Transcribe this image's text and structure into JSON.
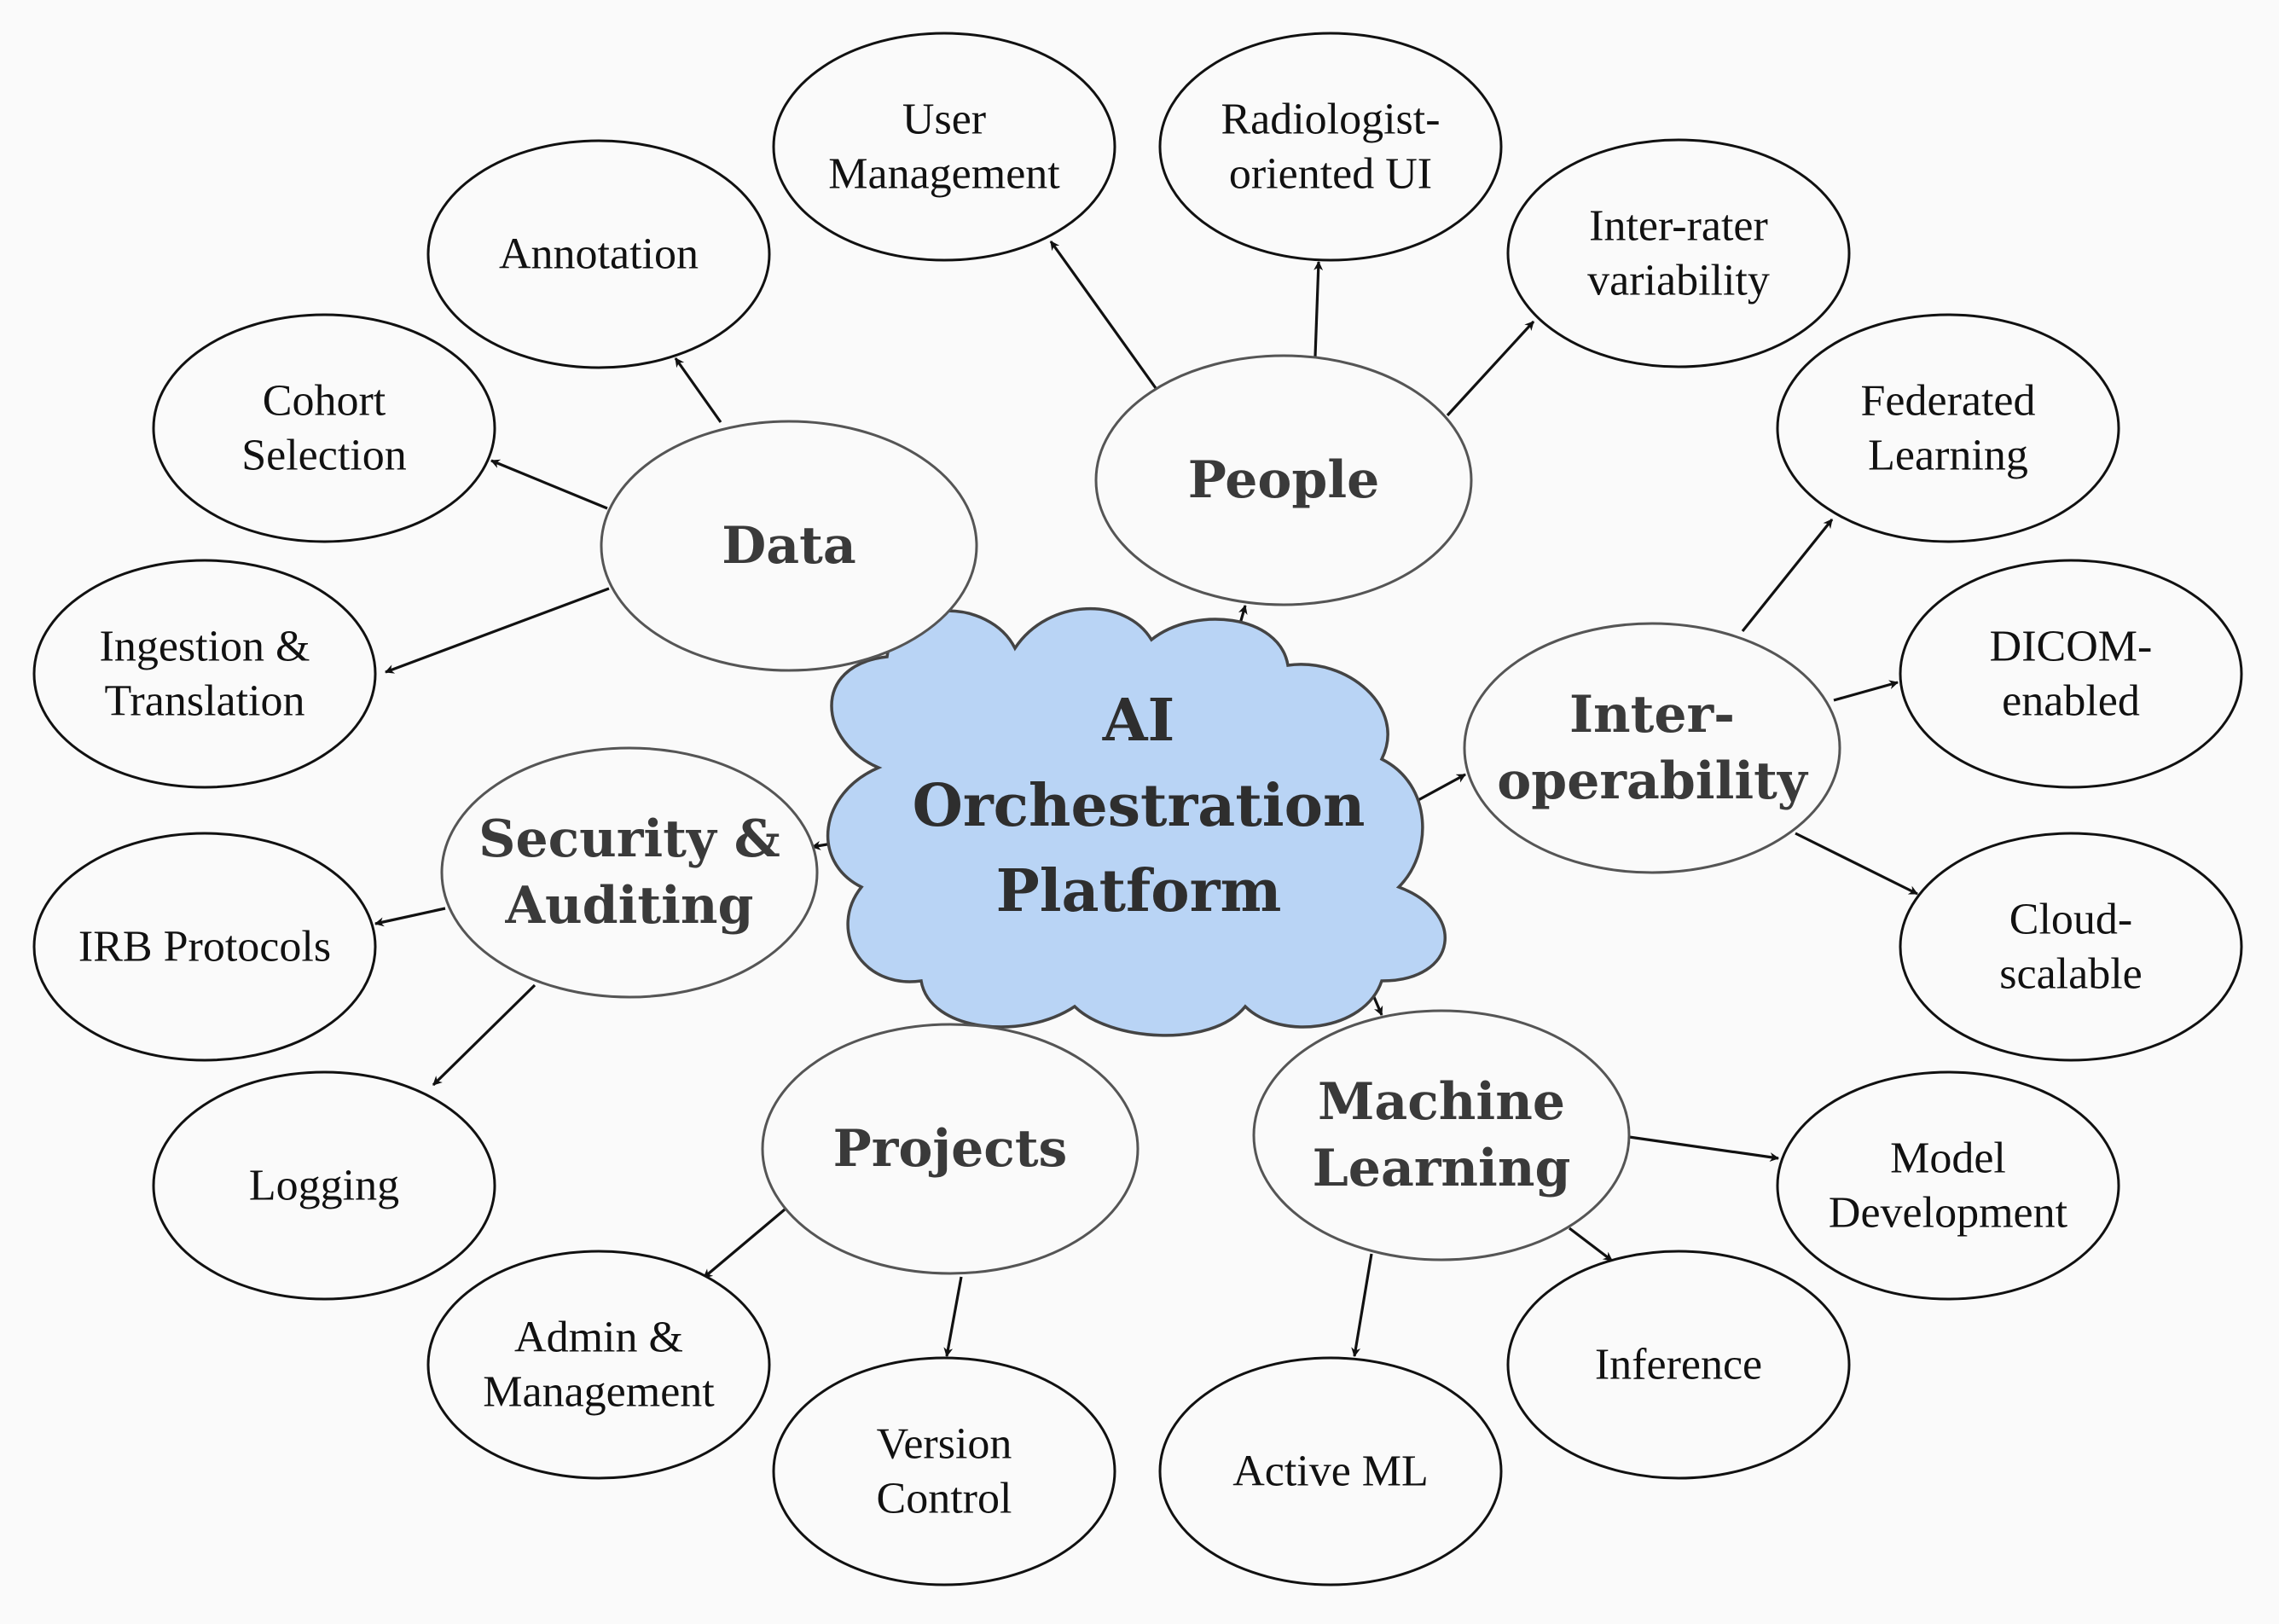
{
  "center": {
    "id": "center",
    "lines": [
      "AI",
      "Orchestration",
      "Platform"
    ],
    "fill": "#b9d4f5"
  },
  "categories": [
    {
      "id": "data",
      "lines": [
        "Data"
      ]
    },
    {
      "id": "people",
      "lines": [
        "People"
      ]
    },
    {
      "id": "interop",
      "lines": [
        "Inter-",
        "operability"
      ]
    },
    {
      "id": "ml",
      "lines": [
        "Machine",
        "Learning"
      ]
    },
    {
      "id": "projects",
      "lines": [
        "Projects"
      ]
    },
    {
      "id": "security",
      "lines": [
        "Security &",
        "Auditing"
      ]
    }
  ],
  "leaves": [
    {
      "id": "annotation",
      "parent": "data",
      "lines": [
        "Annotation"
      ]
    },
    {
      "id": "cohort",
      "parent": "data",
      "lines": [
        "Cohort",
        "Selection"
      ]
    },
    {
      "id": "ingestion",
      "parent": "data",
      "lines": [
        "Ingestion &",
        "Translation"
      ]
    },
    {
      "id": "usermgmt",
      "parent": "people",
      "lines": [
        "User",
        "Management"
      ]
    },
    {
      "id": "radui",
      "parent": "people",
      "lines": [
        "Radiologist-",
        "oriented UI"
      ]
    },
    {
      "id": "interrater",
      "parent": "people",
      "lines": [
        "Inter-rater",
        "variability"
      ]
    },
    {
      "id": "federated",
      "parent": "interop",
      "lines": [
        "Federated",
        "Learning"
      ]
    },
    {
      "id": "dicom",
      "parent": "interop",
      "lines": [
        "DICOM-",
        "enabled"
      ]
    },
    {
      "id": "cloud",
      "parent": "interop",
      "lines": [
        "Cloud-",
        "scalable"
      ]
    },
    {
      "id": "modeldev",
      "parent": "ml",
      "lines": [
        "Model",
        "Development"
      ]
    },
    {
      "id": "inference",
      "parent": "ml",
      "lines": [
        "Inference"
      ]
    },
    {
      "id": "activeml",
      "parent": "ml",
      "lines": [
        "Active ML"
      ]
    },
    {
      "id": "version",
      "parent": "projects",
      "lines": [
        "Version",
        "Control"
      ]
    },
    {
      "id": "admin",
      "parent": "projects",
      "lines": [
        "Admin &",
        "Management"
      ]
    },
    {
      "id": "irb",
      "parent": "security",
      "lines": [
        "IRB Protocols"
      ]
    },
    {
      "id": "logging",
      "parent": "security",
      "lines": [
        "Logging"
      ]
    }
  ]
}
